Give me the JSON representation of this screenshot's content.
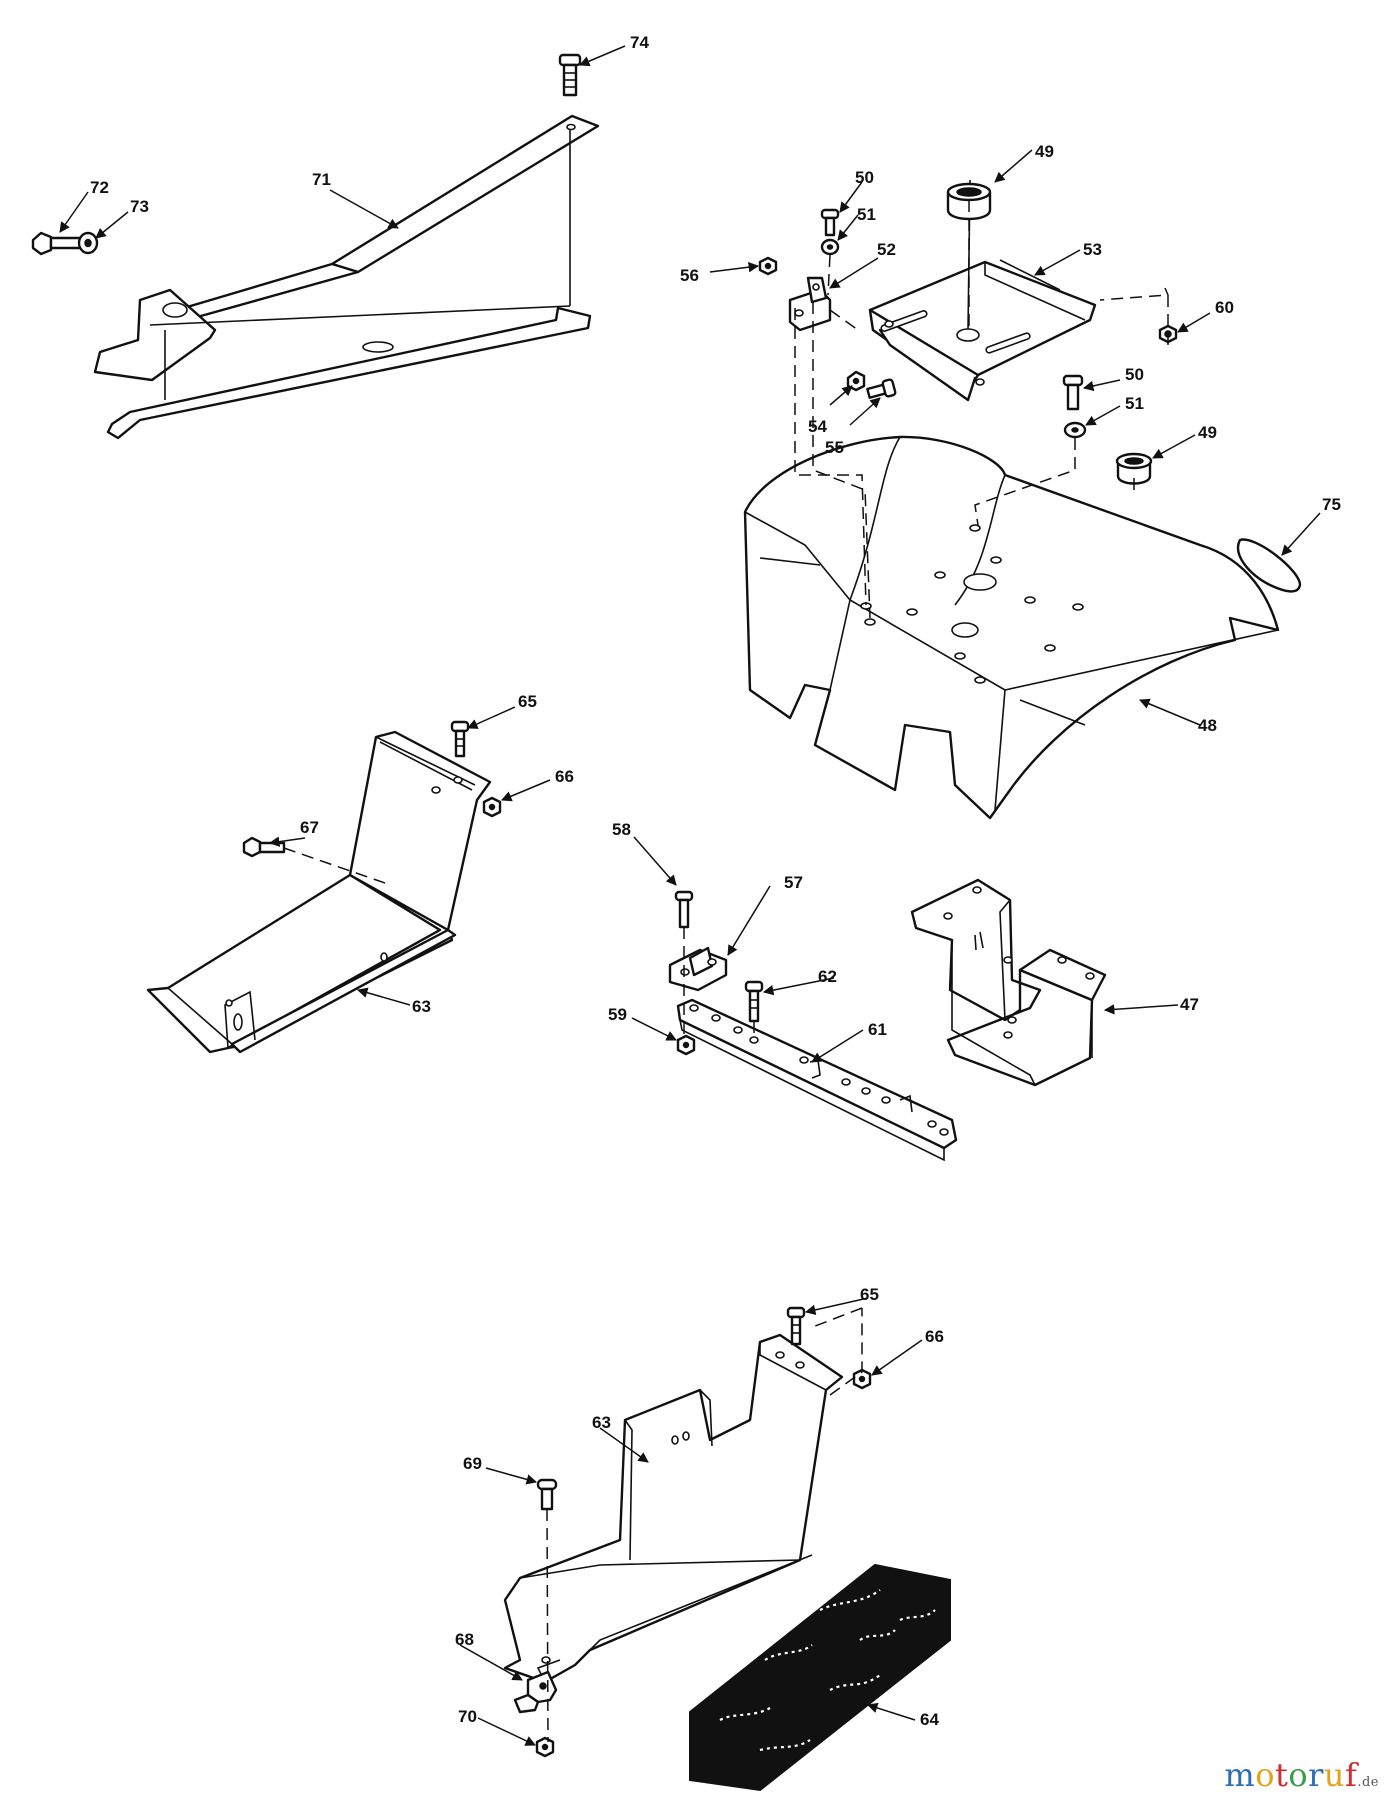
{
  "labels": {
    "l74": "74",
    "l71": "71",
    "l72": "72",
    "l73": "73",
    "l49a": "49",
    "l50a": "50",
    "l51a": "51",
    "l52": "52",
    "l53": "53",
    "l56": "56",
    "l60": "60",
    "l50b": "50",
    "l51b": "51",
    "l49b": "49",
    "l54": "54",
    "l55": "55",
    "l75": "75",
    "l48": "48",
    "l65a": "65",
    "l66a": "66",
    "l67": "67",
    "l63a": "63",
    "l58": "58",
    "l57": "57",
    "l62": "62",
    "l59": "59",
    "l61": "61",
    "l47": "47",
    "l65b": "65",
    "l66b": "66",
    "l63b": "63",
    "l69": "69",
    "l68": "68",
    "l70": "70",
    "l64": "64"
  },
  "watermark": {
    "letters": [
      "m",
      "o",
      "t",
      "o",
      "r",
      "u",
      "f"
    ],
    "letter_colors": [
      "#2f6db5",
      "#e2a31b",
      "#cf2e2e",
      "#3c9d46",
      "#2f6db5",
      "#e2a31b",
      "#cf2e2e"
    ],
    "tld": ".de",
    "tld_color": "#555555"
  },
  "colors": {
    "ink": "#111111",
    "paper": "#ffffff"
  }
}
